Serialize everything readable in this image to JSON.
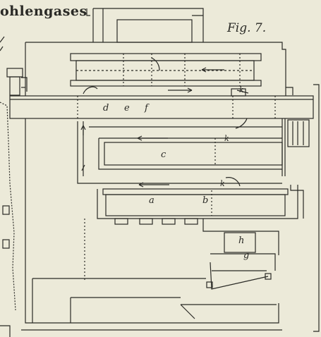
{
  "heading": "ohlengases",
  "figure_label": "Fig. 7.",
  "letters": {
    "a": "a",
    "b": "b",
    "c": "c",
    "d": "d",
    "e": "e",
    "f": "f",
    "g": "g",
    "h": "h",
    "k1": "k",
    "k2": "k",
    "k3": "k"
  },
  "colors": {
    "paper": "#ecead9",
    "ink": "#2a2a26"
  }
}
